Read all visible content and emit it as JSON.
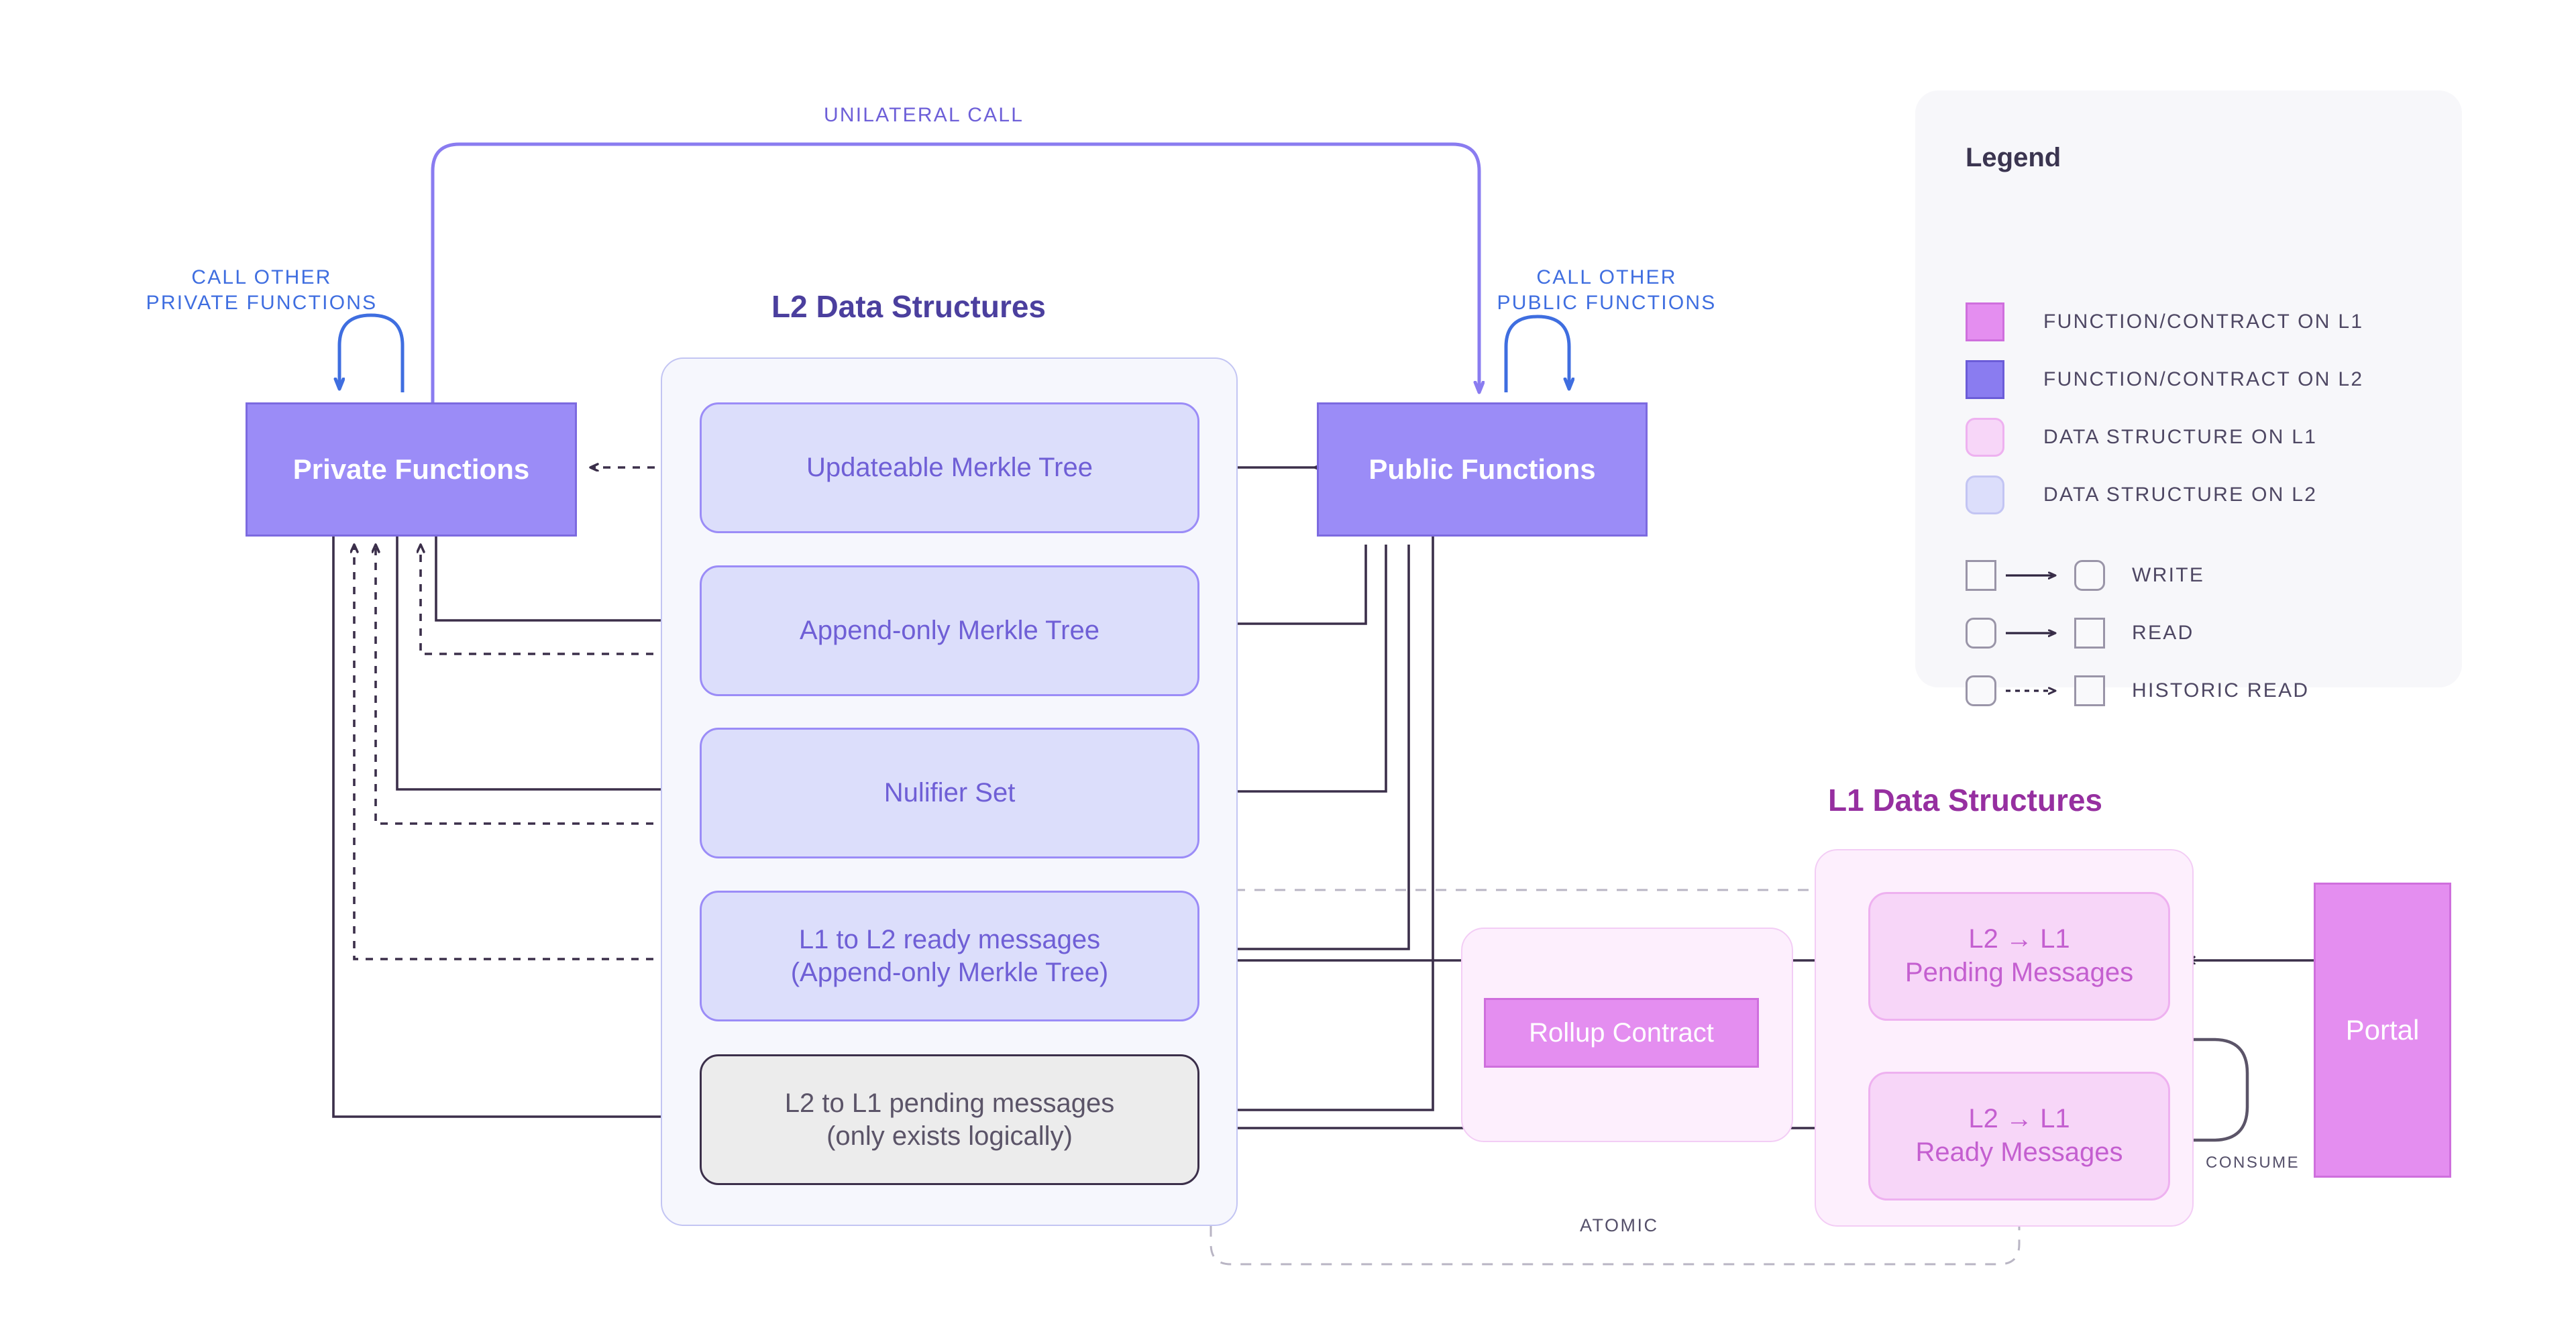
{
  "diagram": {
    "groups": {
      "l2_title": "L2 Data Structures",
      "l1_title": "L1 Data Structures"
    },
    "functions": {
      "private": "Private Functions",
      "public": "Public Functions",
      "rollup_contract": "Rollup Contract",
      "portal": "Portal"
    },
    "l2_data_structures": [
      {
        "label": "Updateable Merkle Tree",
        "kind": "ds-l2"
      },
      {
        "label": "Append-only Merkle Tree",
        "kind": "ds-l2"
      },
      {
        "label": "Nulifier Set",
        "kind": "ds-l2"
      },
      {
        "label": "L1 to L2 ready messages\n(Append-only Merkle Tree)",
        "line1": "L1 to L2 ready messages",
        "line2": "(Append-only Merkle Tree)",
        "kind": "ds-l2"
      },
      {
        "label": "L2 to L1 pending messages\n(only exists logically)",
        "line1": "L2 to L1 pending messages",
        "line2": "(only exists logically)",
        "kind": "ds-logic"
      }
    ],
    "l1_data_structures": [
      {
        "line1": "L2 → L1",
        "line2": "Pending Messages"
      },
      {
        "line1": "L2 → L1",
        "line2": "Ready Messages"
      }
    ],
    "edge_labels": {
      "unilateral_call": "UNILATERAL CALL",
      "call_other_private_1": "CALL OTHER",
      "call_other_private_2": "PRIVATE FUNCTIONS",
      "call_other_public_1": "CALL OTHER",
      "call_other_public_2": "PUBLIC FUNCTIONS",
      "atomic": "ATOMIC",
      "consume": "CONSUME"
    },
    "legend": {
      "title": "Legend",
      "swatches": [
        {
          "label": "FUNCTION/CONTRACT ON L1",
          "color": "#e48ef0",
          "kind": "fn-l1"
        },
        {
          "label": "FUNCTION/CONTRACT ON L2",
          "color": "#8a7cf0",
          "kind": "fn-l2"
        },
        {
          "label": "DATA STRUCTURE ON L1",
          "color": "#f7d6f8",
          "kind": "ds-l1"
        },
        {
          "label": "DATA STRUCTURE ON L2",
          "color": "#dcdefb",
          "kind": "ds-l2"
        }
      ],
      "arrows": [
        {
          "label": "WRITE",
          "style": "solid",
          "from_shape": "square",
          "to_shape": "rounded"
        },
        {
          "label": "READ",
          "style": "solid",
          "from_shape": "rounded",
          "to_shape": "square"
        },
        {
          "label": "HISTORIC READ",
          "style": "dotted",
          "from_shape": "rounded",
          "to_shape": "square"
        }
      ]
    },
    "colors": {
      "l2_function": "#9b8cf7",
      "l1_function": "#e48ef0",
      "l2_data": "#dcdefb",
      "l1_data": "#f7d6f8",
      "wire": "#3b2f4a",
      "blue_label": "#3f6ee0",
      "violet_label": "#6d5fd8",
      "l2_title": "#4b3f9e",
      "l1_title": "#962fa0"
    }
  }
}
